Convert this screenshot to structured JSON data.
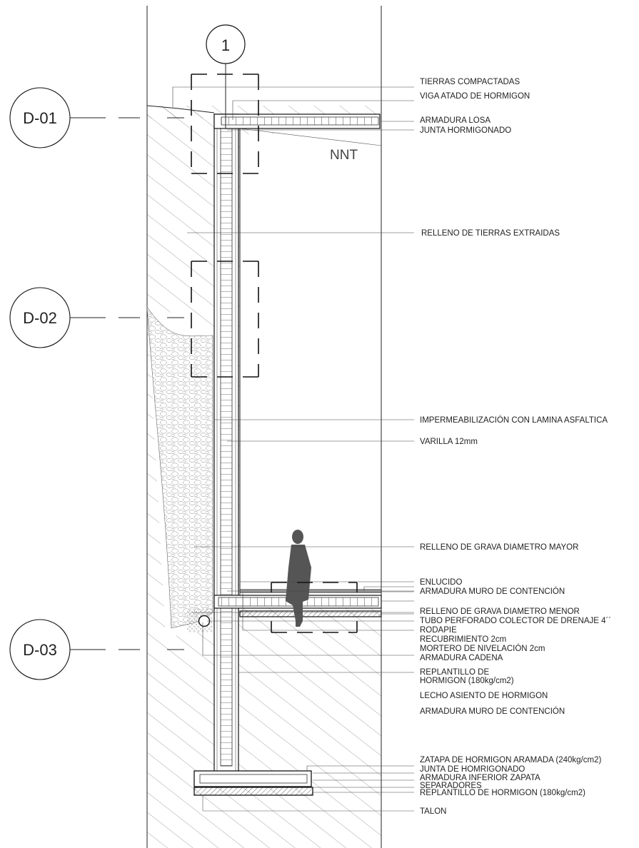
{
  "grid_marker": "1",
  "details": [
    {
      "id": "D-01"
    },
    {
      "id": "D-02"
    },
    {
      "id": "D-03"
    }
  ],
  "level_mark": "NNT",
  "labels": [
    "TIERRAS COMPACTADAS",
    "VIGA ATADO DE HORMIGON",
    "ARMADURA LOSA",
    "JUNTA HORMIGONADO",
    "RELLENO DE TIERRAS EXTRAIDAS",
    "IMPERMEABILIZACIÓN CON LAMINA ASFALTICA",
    "VARILLA 12mm",
    "RELLENO DE GRAVA DIAMETRO MAYOR",
    "ENLUCIDO",
    "ARMADURA MURO DE CONTENCIÓN",
    "RELLENO DE GRAVA DIAMETRO MENOR",
    "TUBO PERFORADO COLECTOR DE DRENAJE 4´´",
    "RODAPIE",
    "RECUBRIMIENTO 2cm",
    "MORTERO DE NIVELACIÓN 2cm",
    "ARMADURA CADENA",
    "REPLANTILLO DE",
    "HORMIGON (180kg/cm2)",
    "LECHO ASIENTO DE HORMIGON",
    "ARMADURA MURO DE CONTENCIÓN",
    "ZATAPA DE HORMIGON ARAMADA (240kg/cm2)",
    "JUNTA DE HOMRIGONADO",
    "ARMADURA INFERIOR ZAPATA",
    "SEPARADORES",
    "REPLANTILLO DE HORMIGON (180kg/cm2)",
    "TALON"
  ]
}
